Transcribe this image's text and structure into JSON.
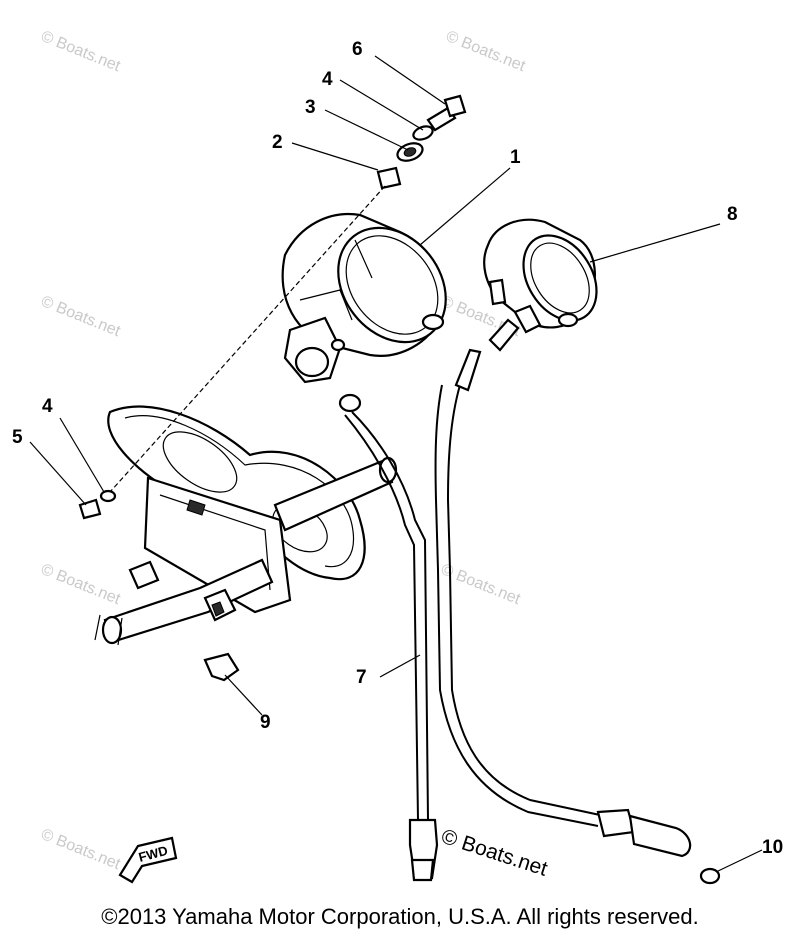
{
  "callouts": [
    {
      "id": "1",
      "label": "1"
    },
    {
      "id": "2",
      "label": "2"
    },
    {
      "id": "3",
      "label": "3"
    },
    {
      "id": "4a",
      "label": "4"
    },
    {
      "id": "4b",
      "label": "4"
    },
    {
      "id": "5",
      "label": "5"
    },
    {
      "id": "6",
      "label": "6"
    },
    {
      "id": "7",
      "label": "7"
    },
    {
      "id": "8",
      "label": "8"
    },
    {
      "id": "9",
      "label": "9"
    },
    {
      "id": "10",
      "label": "10"
    }
  ],
  "fwd_label": "FWD",
  "watermark": "© Boats.net",
  "copyright": "©2013 Yamaha Motor Corporation, U.S.A. All rights reserved."
}
